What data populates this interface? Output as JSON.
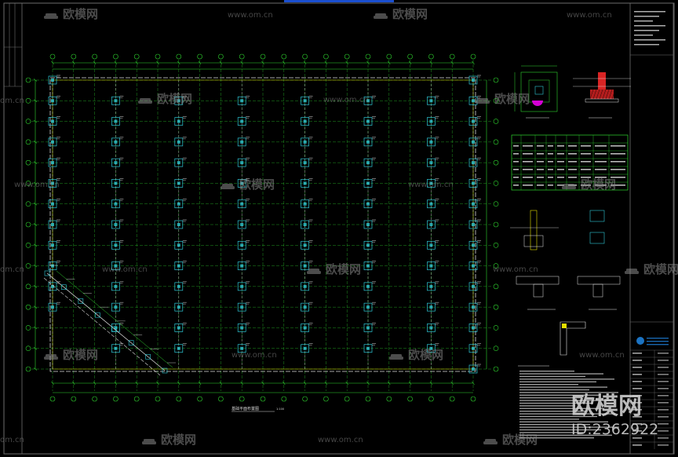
{
  "colors": {
    "background": "#000000",
    "frame": "#7a7a7a",
    "grid_axis": "#2fd62f",
    "column": "#2ec8d6",
    "grade_beam": "#d9d9d9",
    "footing_hatch": "#ff2a2a",
    "legend_text": "#e8e8e8",
    "watermark": "#8a8a8a"
  },
  "icons": {
    "watermark_logo": "sofa-logo-icon",
    "stamp_logo": "company-seal-icon"
  },
  "watermark": {
    "brand": "欧模网",
    "url": "www.om.cn",
    "url_short": "om.cn",
    "id_text": "ID:2362922"
  },
  "drawing": {
    "title_label": "基础平面布置图",
    "scale_label": "1:100"
  },
  "grid": {
    "columns_count": 21,
    "rows_count": 15
  }
}
